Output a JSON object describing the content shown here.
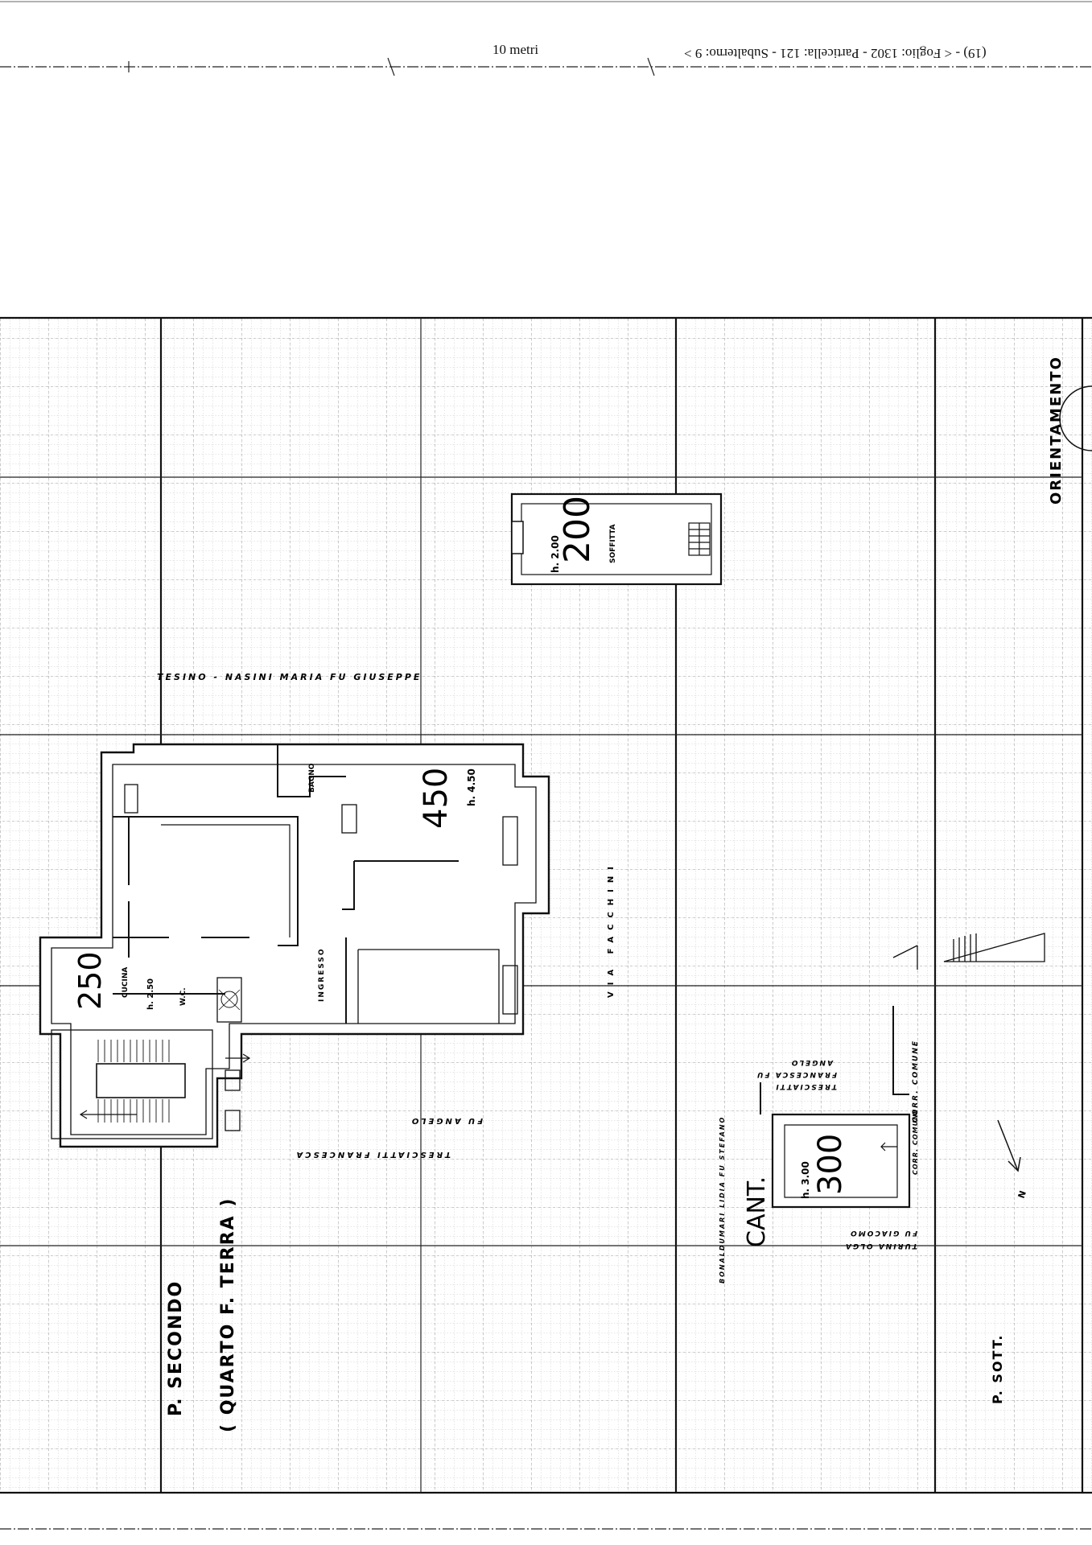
{
  "header": {
    "scale_label": "10 metri",
    "reference": "(19) - < Foglio: 1302 - Particella: 121 - Subalterno: 9 >"
  },
  "plan": {
    "north_label": "ORIENTAMENTO",
    "north_arrow_letter": "N",
    "owners": {
      "top": "TESINO - NASINI   MARIA   FU GIUSEPPE",
      "middle_1": "TRESCIATTI   FRANCESCA",
      "middle_2": "FU   ANGELO",
      "right_1": "TRESCIATTI",
      "right_2": "FRANCESCA FU",
      "right_3": "ANGELO",
      "bottom_1": "TURINA  OLGA",
      "bottom_2": "FU  GIACOMO",
      "bonaldi": "BONALDUMARI  LIDIA  FU  STEFANO",
      "common_1": "CORR. COMUNE",
      "common_2": "CORR. COMUNE"
    },
    "street": "VIA   FACCHINI",
    "floors": {
      "second": "P. SECONDO",
      "second_sub": "( QUARTO F. TERRA )",
      "basement": "P. SOTT."
    },
    "rooms": {
      "main_number": "450",
      "main_height": "h. 4.50",
      "kitchen_number": "250",
      "kitchen_label": "CUCINA",
      "kitchen_height": "h. 2.50",
      "wc": "W.C.",
      "bath": "BAGNO",
      "entrance": "INGRESSO",
      "loft_number": "200",
      "loft_height": "h. 2.00",
      "loft_label": "SOFFITTA",
      "cellar_number": "300",
      "cellar_height": "h. 3.00",
      "cellar_label": "CANT."
    }
  }
}
